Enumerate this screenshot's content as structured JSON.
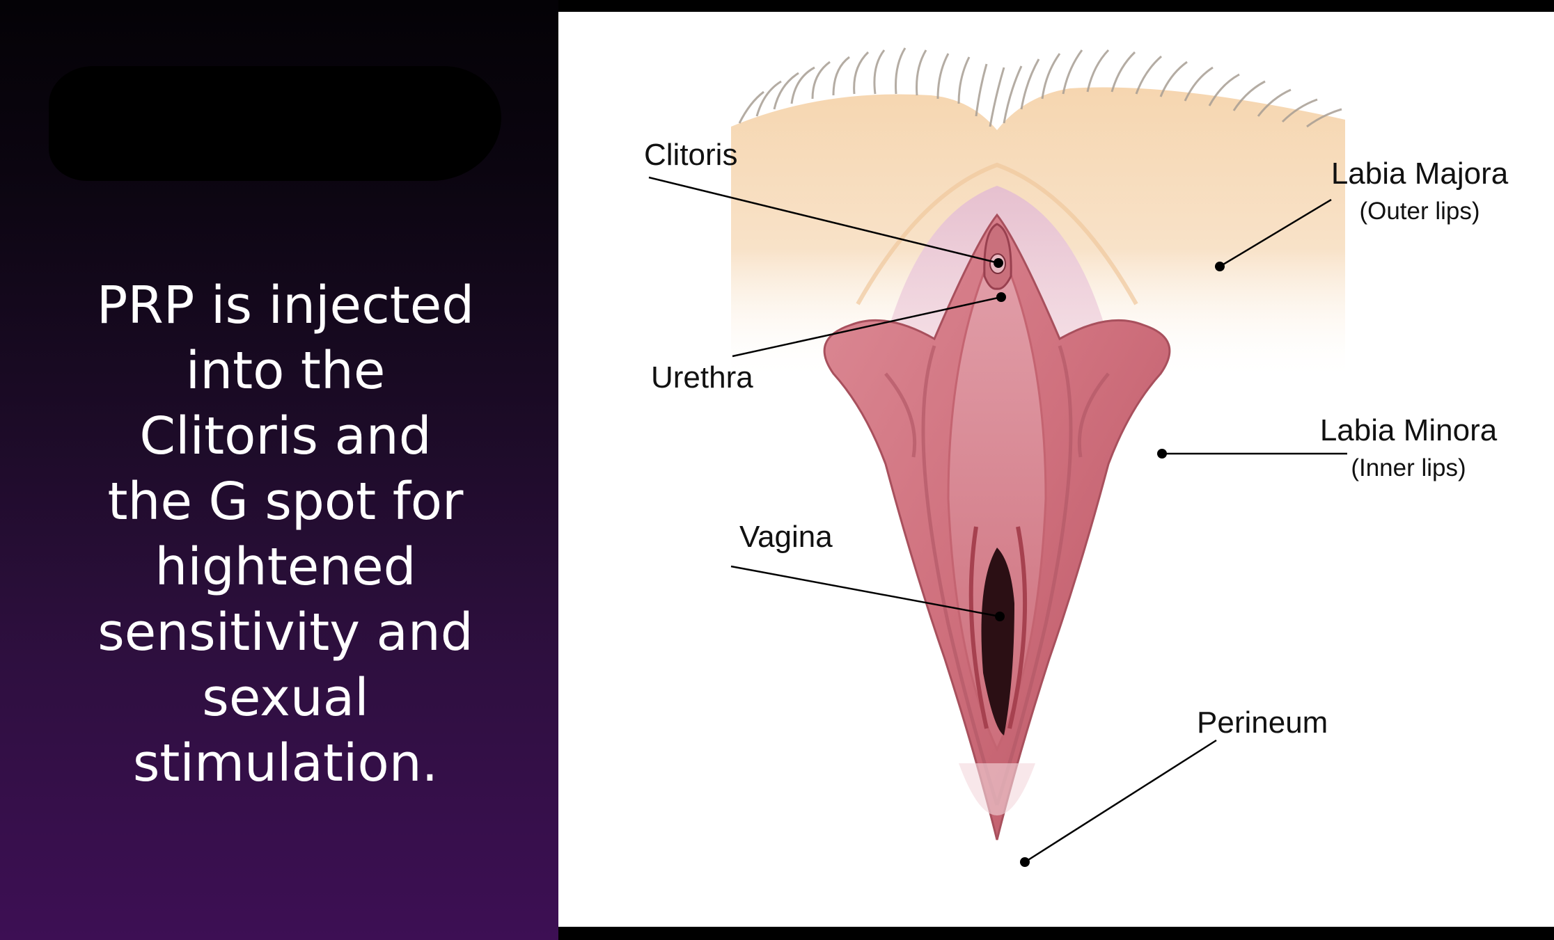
{
  "slide": {
    "body_lines": [
      "PRP is injected",
      "into the",
      "Clitoris and",
      "the G spot for",
      "hightened",
      "sensitivity and",
      "sexual",
      "stimulation."
    ]
  },
  "diagram": {
    "labels": {
      "clitoris": "Clitoris",
      "urethra": "Urethra",
      "vagina": "Vagina",
      "labia_majora": "Labia Majora",
      "labia_majora_sub": "(Outer lips)",
      "labia_minora": "Labia Minora",
      "labia_minora_sub": "(Inner lips)",
      "perineum": "Perineum"
    },
    "colors": {
      "outer_skin": "#f5d7b2",
      "inner_pink": "#d37480",
      "deep_pink": "#b2505e",
      "light_pink": "#ecc4cf",
      "left_panel_bottom": "#3d0f54"
    }
  }
}
